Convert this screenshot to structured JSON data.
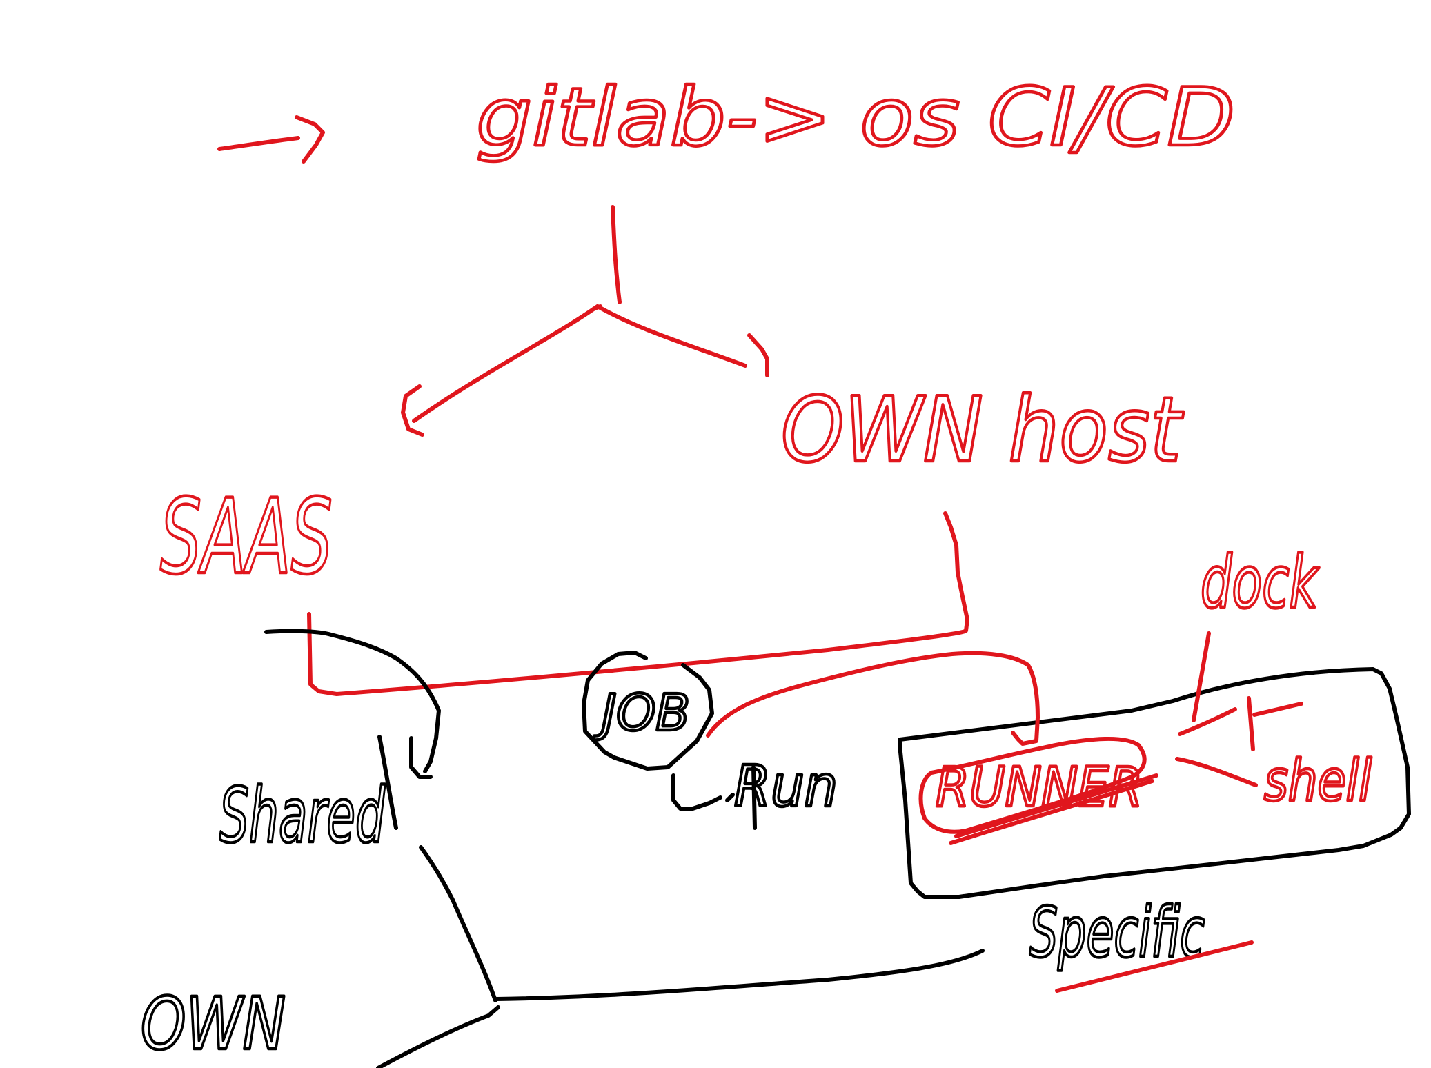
{
  "colors": {
    "ink_red": "#e0161d",
    "ink_black": "#000000",
    "background": "#ffffff"
  },
  "labels": {
    "title": "gitlab-> os CI/CD",
    "saas": "SAAS",
    "own_host": "OWN host",
    "job": "JOB",
    "run": "Run",
    "shared": "Shared",
    "runner": "RUNNER",
    "dock": "dock",
    "shell": "shell",
    "specific": "Specific",
    "own": "OWN"
  }
}
